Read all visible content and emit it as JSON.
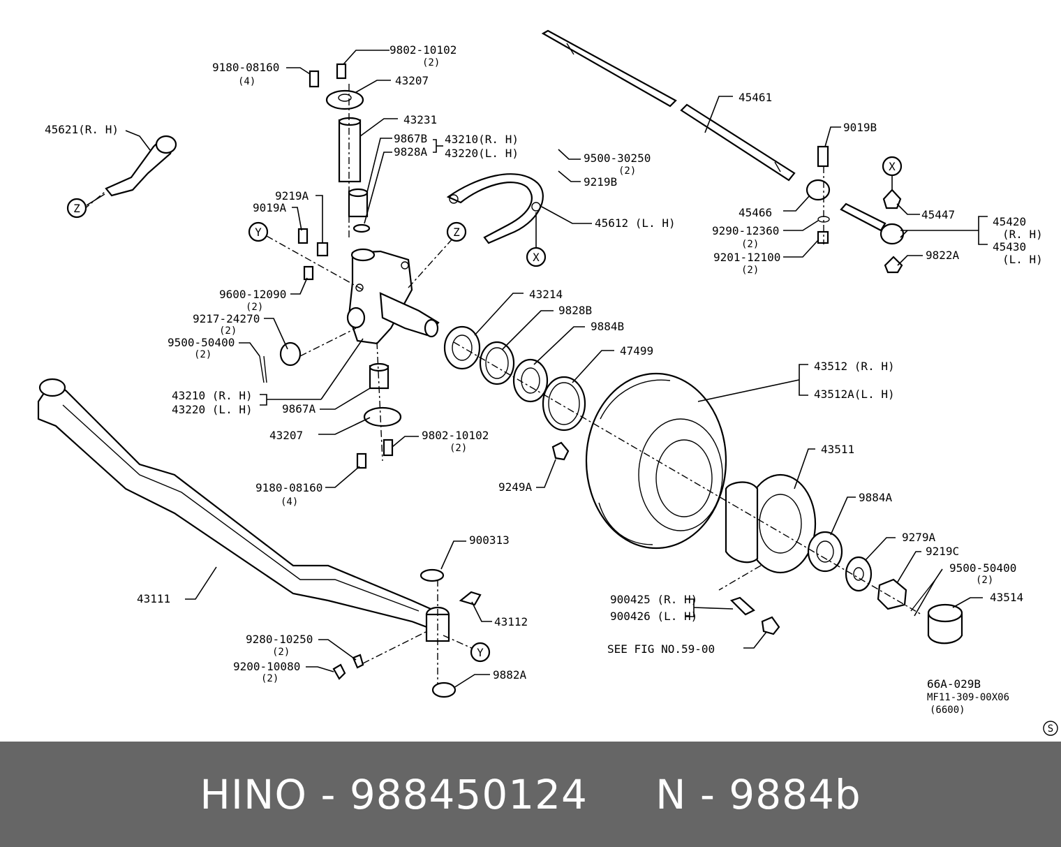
{
  "diagram": {
    "labels": {
      "l_9180_top": "9180-08160",
      "l_9180_top_q": "(4)",
      "l_9802_top": "9802-10102",
      "l_9802_top_q": "(2)",
      "l_43207_top": "43207",
      "l_43231": "43231",
      "l_9867b": "9867B",
      "l_9828a": "9828A",
      "l_43210_top": "43210(R. H)",
      "l_43220_top": "43220(L. H)",
      "l_45621": "45621(R. H)",
      "l_9219a": "9219A",
      "l_9019a": "9019A",
      "l_9500_30250": "9500-30250",
      "l_9500_30250_q": "(2)",
      "l_9219b": "9219B",
      "l_45612": "45612 (L. H)",
      "l_45461": "45461",
      "l_9019b": "9019B",
      "l_45466": "45466",
      "l_45447": "45447",
      "l_9290": "9290-12360",
      "l_9290_q": "(2)",
      "l_9201": "9201-12100",
      "l_9201_q": "(2)",
      "l_9822a": "9822A",
      "l_45420": "45420",
      "l_45420_rh": "(R. H)",
      "l_45430": "45430",
      "l_45430_lh": "(L. H)",
      "l_9600": "9600-12090",
      "l_9600_q": "(2)",
      "l_9217": "9217-24270",
      "l_9217_q": "(2)",
      "l_9500_50400_l": "9500-50400",
      "l_9500_50400_l_q": "(2)",
      "l_43214": "43214",
      "l_9828b": "9828B",
      "l_9884b": "9884B",
      "l_47499": "47499",
      "l_43512_rh": "43512 (R. H)",
      "l_43512a_lh": "43512A(L. H)",
      "l_43210_bot": "43210 (R. H)",
      "l_43220_bot": "43220 (L. H)",
      "l_9867a": "9867A",
      "l_43207_bot": "43207",
      "l_9802_bot": "9802-10102",
      "l_9802_bot_q": "(2)",
      "l_9180_bot": "9180-08160",
      "l_9180_bot_q": "(4)",
      "l_9249a": "9249A",
      "l_43511": "43511",
      "l_9884a": "9884A",
      "l_900313": "900313",
      "l_9279a": "9279A",
      "l_9219c": "9219C",
      "l_9500_50400_r": "9500-50400",
      "l_9500_50400_r_q": "(2)",
      "l_43514": "43514",
      "l_43111": "43111",
      "l_43112": "43112",
      "l_9280": "9280-10250",
      "l_9280_q": "(2)",
      "l_9200": "9200-10080",
      "l_9200_q": "(2)",
      "l_9882a": "9882A",
      "l_900425": "900425 (R. H)",
      "l_900426": "900426 (L. H)",
      "l_see_fig": "SEE FIG NO.59-00",
      "l_66a": "66A-029B",
      "l_mf11": "MF11-309-00X06",
      "l_6600": "(6600)",
      "c_x1": "X",
      "c_x2": "X",
      "c_y1": "Y",
      "c_y2": "Y",
      "c_z1": "Z",
      "c_z2": "Z",
      "c_s": "S"
    }
  },
  "footer": {
    "text": "HINO - 988450124     N - 9884b"
  }
}
